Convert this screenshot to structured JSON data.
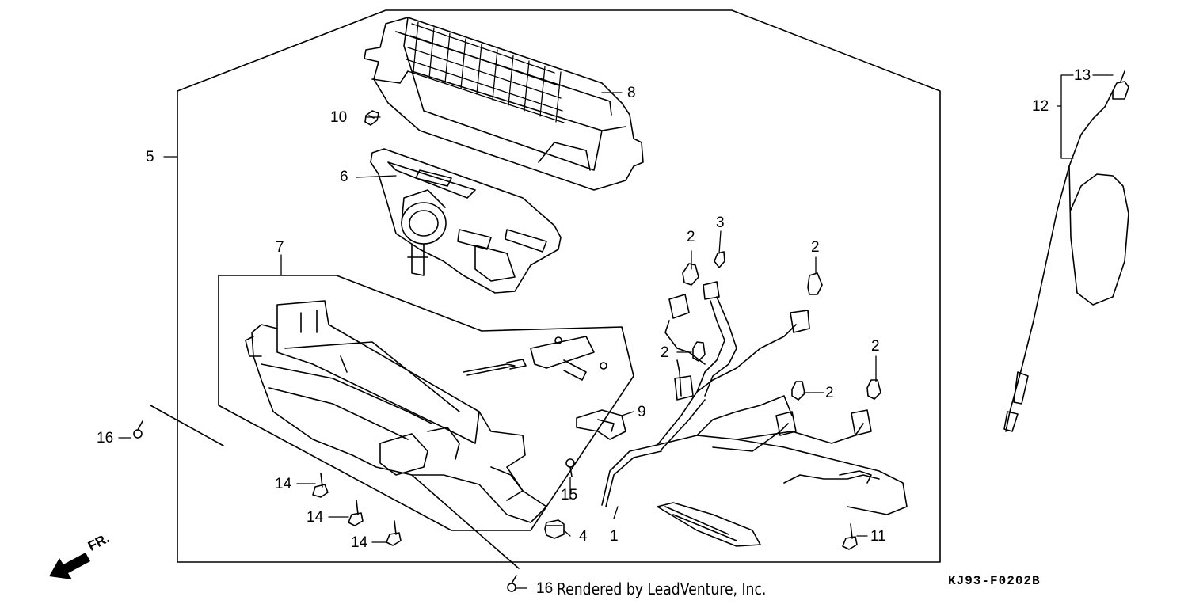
{
  "callouts": [
    {
      "id": "1",
      "label": "1"
    },
    {
      "id": "2a",
      "label": "2"
    },
    {
      "id": "2b",
      "label": "2"
    },
    {
      "id": "2c",
      "label": "2"
    },
    {
      "id": "2d",
      "label": "2"
    },
    {
      "id": "2e",
      "label": "2"
    },
    {
      "id": "3",
      "label": "3"
    },
    {
      "id": "4",
      "label": "4"
    },
    {
      "id": "5",
      "label": "5"
    },
    {
      "id": "6",
      "label": "6"
    },
    {
      "id": "7",
      "label": "7"
    },
    {
      "id": "8",
      "label": "8"
    },
    {
      "id": "9",
      "label": "9"
    },
    {
      "id": "10",
      "label": "10"
    },
    {
      "id": "11",
      "label": "11"
    },
    {
      "id": "12",
      "label": "12"
    },
    {
      "id": "13",
      "label": "13"
    },
    {
      "id": "14a",
      "label": "14"
    },
    {
      "id": "14b",
      "label": "14"
    },
    {
      "id": "14c",
      "label": "14"
    },
    {
      "id": "15",
      "label": "15"
    },
    {
      "id": "16a",
      "label": "16"
    },
    {
      "id": "16b",
      "label": "16"
    }
  ],
  "direction_label": "FR.",
  "credit": "Rendered by LeadVenture, Inc.",
  "diagram_code": "KJ93-F0202B"
}
